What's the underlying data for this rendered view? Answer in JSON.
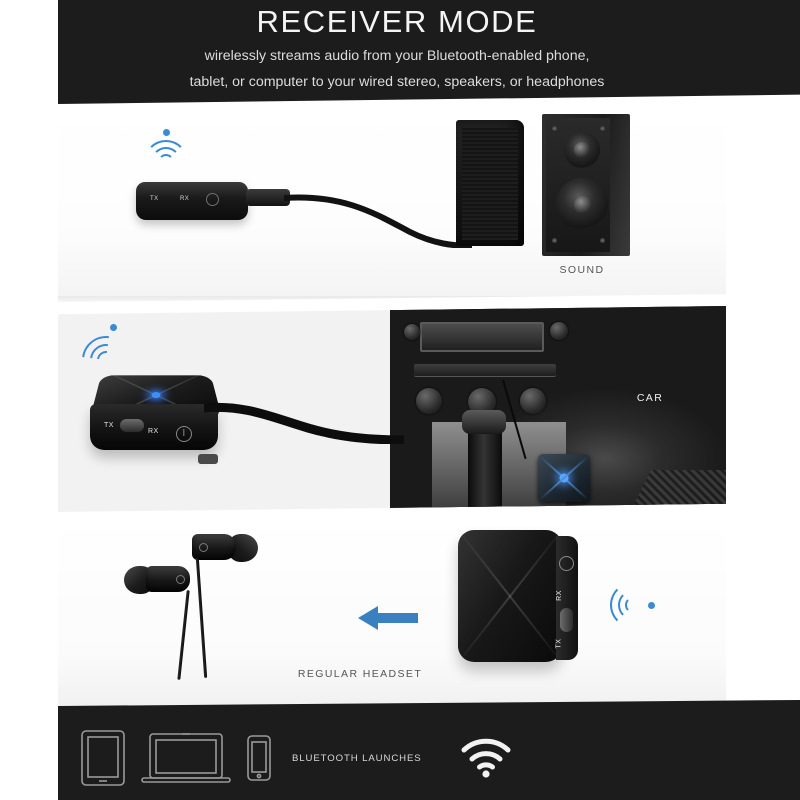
{
  "header": {
    "title": "RECEIVER MODE",
    "subtitle_line1": "wirelessly streams audio from your Bluetooth-enabled phone,",
    "subtitle_line2": "tablet, or computer to your wired stereo, speakers, or headphones"
  },
  "panels": [
    {
      "id": "sound",
      "caption": "SOUND",
      "device": {
        "tx_label": "TX",
        "rx_label": "RX",
        "power_icon": "power-button-icon"
      },
      "signal_icon": "bluetooth-signal-icon",
      "subject_icon": "bookshelf-speakers-icon"
    },
    {
      "id": "car",
      "caption": "CAR",
      "device": {
        "tx_label": "TX",
        "rx_label": "RX",
        "power_icon": "power-button-icon"
      },
      "signal_icon": "bluetooth-signal-icon",
      "subject_icon": "car-interior-console-icon"
    },
    {
      "id": "headset",
      "caption": "REGULAR HEADSET",
      "device": {
        "tx_label": "TX",
        "rx_label": "RX",
        "power_icon": "power-button-icon"
      },
      "signal_icon": "bluetooth-signal-icon",
      "subject_icon": "in-ear-earbuds-icon",
      "arrow_icon": "arrow-left-icon"
    }
  ],
  "footer": {
    "label": "BLUETOOTH LAUNCHES",
    "devices": [
      {
        "name": "tablet-icon"
      },
      {
        "name": "laptop-icon"
      },
      {
        "name": "smartphone-icon"
      }
    ],
    "wifi_icon": "wifi-icon"
  },
  "colors": {
    "accent_blue": "#3a8ad4",
    "arrow_blue": "#3a7fc0",
    "header_black": "#1c1c1c",
    "caption_gray": "#555555",
    "background": "#ffffff"
  }
}
